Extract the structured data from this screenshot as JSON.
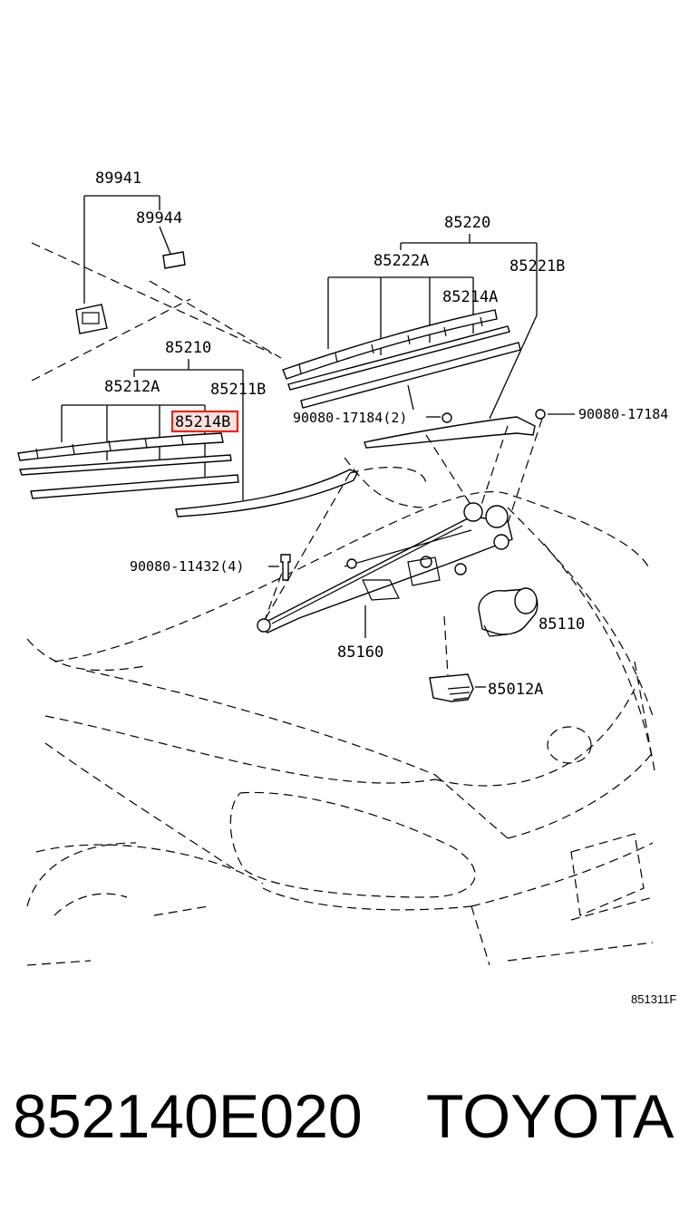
{
  "labels": {
    "p89941": "89941",
    "p89944": "89944",
    "p85220": "85220",
    "p85222A": "85222A",
    "p85221B": "85221B",
    "p85214A": "85214A",
    "p85210": "85210",
    "p85212A": "85212A",
    "p85211B": "85211B",
    "p85214B": "85214B",
    "p90080_17184_2": "90080-17184(2)",
    "p90080_17184": "90080-17184",
    "p90080_11432_4": "90080-11432(4)",
    "p85110": "85110",
    "p85160": "85160",
    "p85012A": "85012A"
  },
  "diagram_code": "851311F",
  "footer": {
    "part_number": "852140E020",
    "brand": "TOYOTA"
  },
  "highlight_color": "#e0281e"
}
